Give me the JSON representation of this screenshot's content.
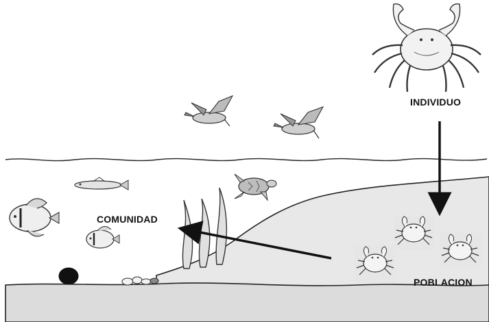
{
  "labels": {
    "individuo": "INDIVIDUO",
    "comunidad": "COMUNIDAD",
    "poblacion": "POBLACION"
  },
  "icons": [
    "crab-icon",
    "duck-icon",
    "fish-icon",
    "turtle-icon",
    "seaweed-icon",
    "rock-icon",
    "shells-icon"
  ],
  "colors": {
    "ink": "#111111",
    "sand": "#e8e8e8",
    "ground": "#dcdcdc",
    "stroke": "#333333"
  }
}
